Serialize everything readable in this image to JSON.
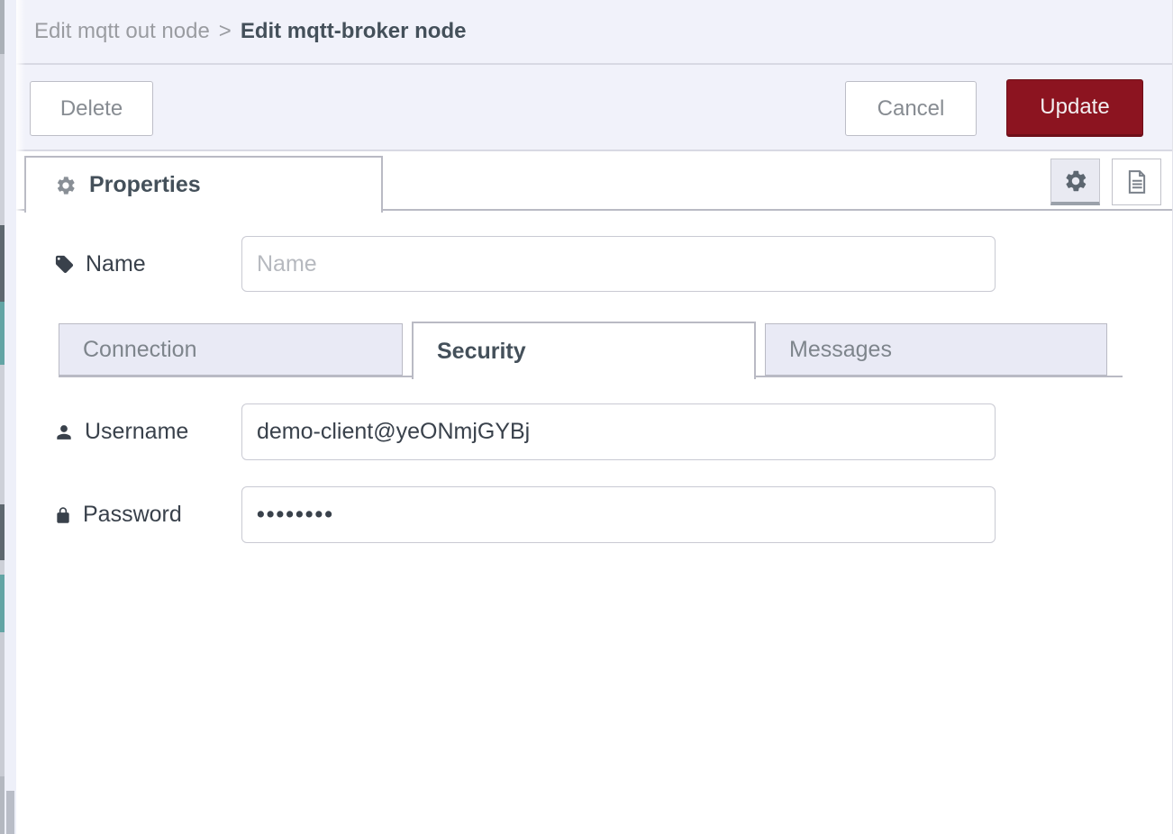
{
  "breadcrumb": {
    "parent": "Edit mqtt out node",
    "separator": ">",
    "current": "Edit mqtt-broker node"
  },
  "toolbar": {
    "delete_label": "Delete",
    "cancel_label": "Cancel",
    "update_label": "Update"
  },
  "properties_bar": {
    "tab_label": "Properties",
    "icons": [
      "gear-icon",
      "doc-icon"
    ]
  },
  "form": {
    "name": {
      "label": "Name",
      "value": "",
      "placeholder": "Name",
      "icon": "tag-icon"
    },
    "tabs": [
      {
        "label": "Connection",
        "active": false
      },
      {
        "label": "Security",
        "active": true
      },
      {
        "label": "Messages",
        "active": false
      }
    ],
    "username": {
      "label": "Username",
      "value": "demo-client@yeONmjGYBj",
      "icon": "user-icon"
    },
    "password": {
      "label": "Password",
      "masked_value": "••••••••",
      "dot_count": 8,
      "icon": "lock-icon"
    }
  },
  "colors": {
    "accent-red": "#8c1420",
    "header-bg": "#f1f2fa",
    "inactive-tab-bg": "#e9eaf5",
    "dark-slate-text": "#44505a",
    "form-text": "#39414b",
    "workspace-teal": "#63a5a5"
  }
}
